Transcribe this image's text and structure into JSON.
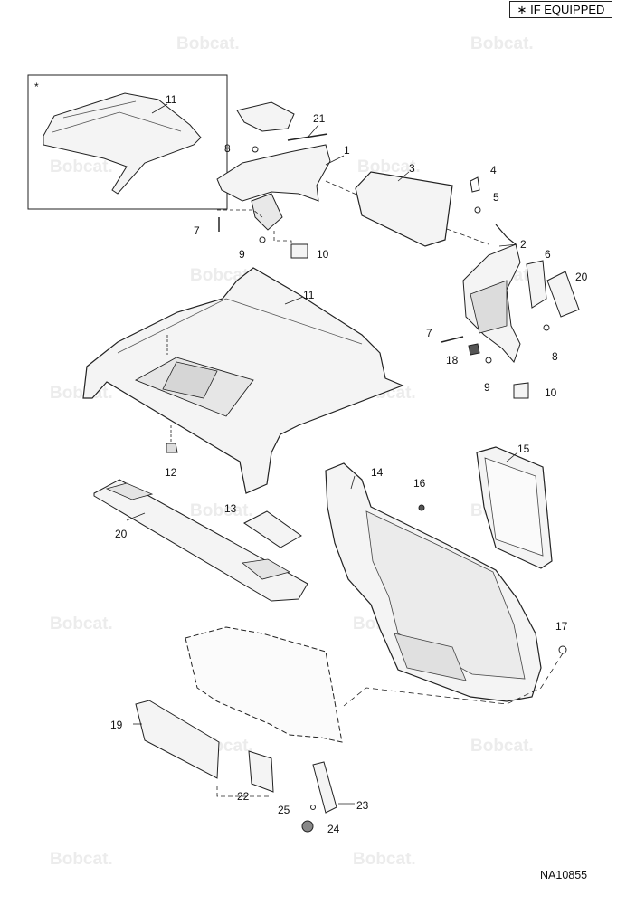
{
  "legend": {
    "symbol": "∗",
    "text": "IF EQUIPPED"
  },
  "drawing_number": "NA10855",
  "watermark_text": "Bobcat.",
  "callouts": [
    "1",
    "2",
    "3",
    "4",
    "5",
    "6",
    "7",
    "7",
    "8",
    "8",
    "9",
    "9",
    "10",
    "10",
    "11",
    "11",
    "12",
    "13",
    "14",
    "15",
    "16",
    "17",
    "18",
    "19",
    "20",
    "20",
    "21",
    "22",
    "23",
    "24",
    "25"
  ],
  "inset_marker": "*",
  "colors": {
    "line": "#222222",
    "panel_fill": "#f4f4f4",
    "watermark": "#ececec"
  }
}
